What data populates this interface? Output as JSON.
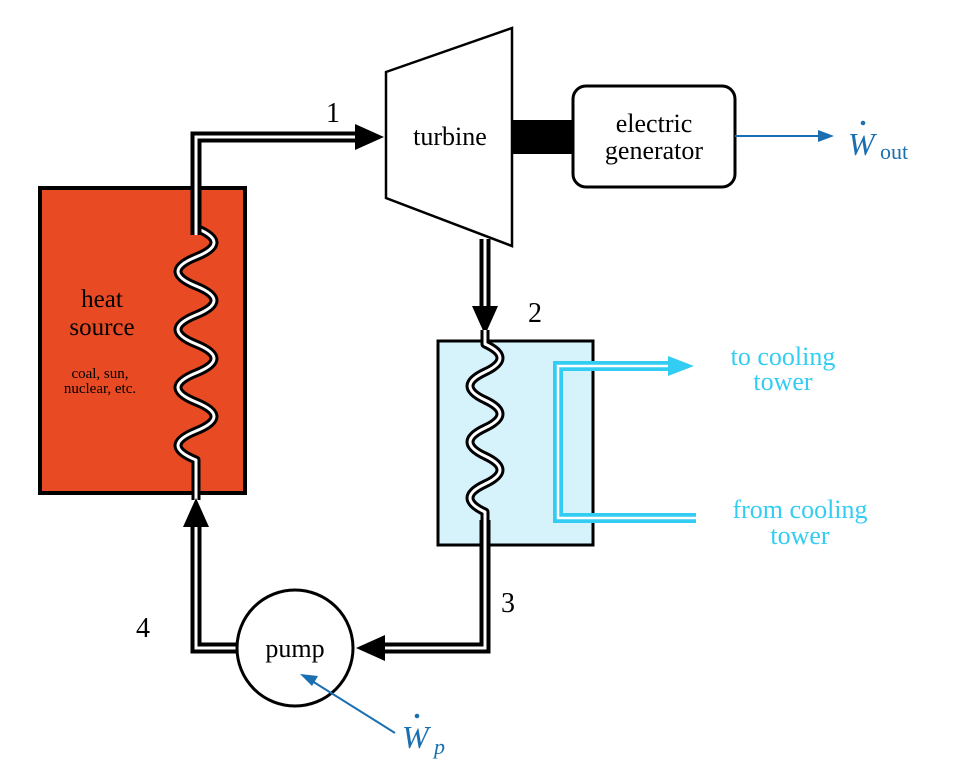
{
  "colors": {
    "heat_source_fill": "#E84B24",
    "condenser_fill": "#D6F3FC",
    "cooling_water": "#33CCF2",
    "work_arrow": "#1A6FB0",
    "line": "#000000"
  },
  "state_points": {
    "p1": "1",
    "p2": "2",
    "p3": "3",
    "p4": "4"
  },
  "components": {
    "turbine": "turbine",
    "generator_line1": "electric",
    "generator_line2": "generator",
    "pump": "pump",
    "heat_source_line1": "heat",
    "heat_source_line2": "source",
    "heat_source_sub1": "coal, sun,",
    "heat_source_sub2": "nuclear, etc."
  },
  "cooling": {
    "to_line1": "to cooling",
    "to_line2": "tower",
    "from_line1": "from cooling",
    "from_line2": "tower"
  },
  "work": {
    "out_symbol": "W",
    "out_subscript": "out",
    "pump_symbol": "W",
    "pump_subscript": "p"
  },
  "icons": {
    "heater_coil": "zigzag-coil-icon",
    "condenser_coil": "zigzag-coil-icon",
    "flow_arrow": "arrowhead-icon"
  }
}
